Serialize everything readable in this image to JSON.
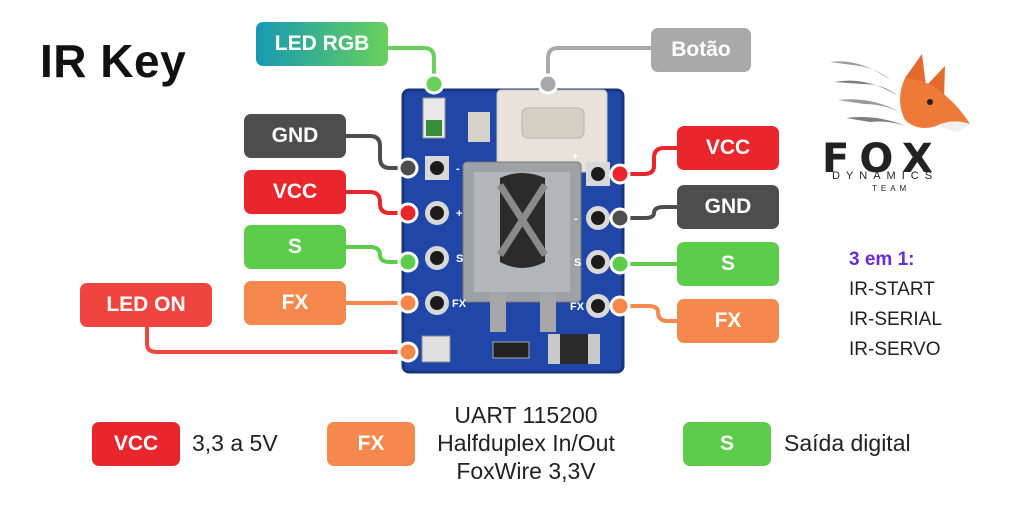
{
  "title": "IR Key",
  "tags": {
    "led_rgb": "LED RGB",
    "botao": "Botão",
    "left_gnd": "GND",
    "left_vcc": "VCC",
    "left_s": "S",
    "left_fx": "FX",
    "led_on": "LED ON",
    "right_vcc": "VCC",
    "right_gnd": "GND",
    "right_s": "S",
    "right_fx": "FX"
  },
  "side_note": {
    "heading": "3 em 1:",
    "items": [
      "IR-START",
      "IR-SERIAL",
      "IR-SERVO"
    ]
  },
  "legend": {
    "vcc_tag": "VCC",
    "vcc_text": "3,3 a 5V",
    "fx_tag": "FX",
    "fx_lines": [
      "UART 115200",
      "Halfduplex In/Out",
      "FoxWire 3,3V"
    ],
    "s_tag": "S",
    "s_text": "Saída digital"
  },
  "logo": {
    "name": "FOX",
    "sub": "DYNAMICS",
    "sub2": "TEAM"
  },
  "board_labels": {
    "left": [
      "-",
      "+",
      "S",
      "FX"
    ],
    "right": [
      "+",
      "-",
      "S",
      "FX"
    ]
  },
  "colors": {
    "gnd": "#4d4d4d",
    "vcc": "#e8262b",
    "s": "#5ccc4a",
    "fx": "#f5884c",
    "board": "#2047a8",
    "title_accent": "#6c2bd9"
  }
}
